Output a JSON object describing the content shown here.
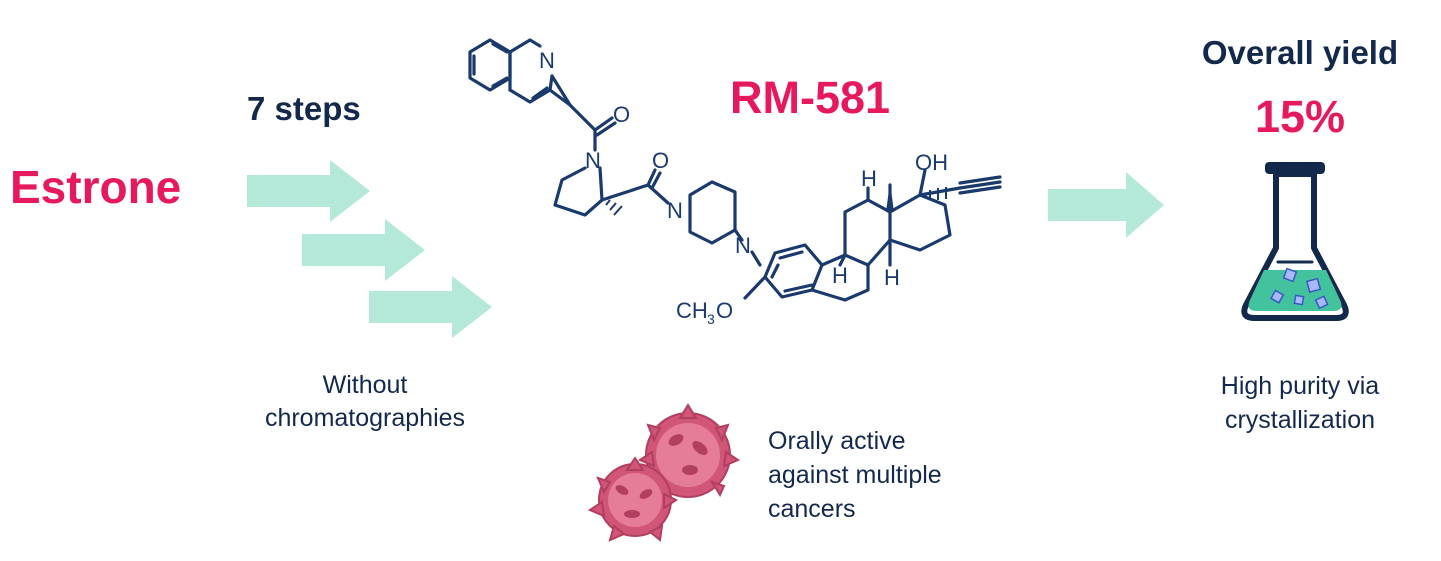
{
  "start_compound": "Estrone",
  "steps_label": "7 steps",
  "process_note": [
    "Without",
    "chromatographies"
  ],
  "product_name": "RM-581",
  "yield_title": "Overall yield",
  "yield_value": "15%",
  "purity_note": [
    "High purity via",
    "crystallization"
  ],
  "activity_note": [
    "Orally active",
    "against multiple",
    "cancers"
  ],
  "structure_labels": {
    "n_quinoline": "N",
    "o_amide1": "O",
    "n_pyrrolidine": "N",
    "o_amide2": "O",
    "n_piperazine1": "N",
    "n_piperazine2": "N",
    "oh": "OH",
    "h1": "H",
    "h2": "H",
    "h3": "H",
    "methoxy_o": "O",
    "methoxy_ch": "CH",
    "methoxy_sub": "3"
  },
  "colors": {
    "accent_pink": "#e6195f",
    "dark_navy": "#13294b",
    "structure_blue": "#1a3a6e",
    "arrow_mint": "#b4e9da",
    "flask_liquid": "#43c29e",
    "cell_pink": "#d05577"
  }
}
